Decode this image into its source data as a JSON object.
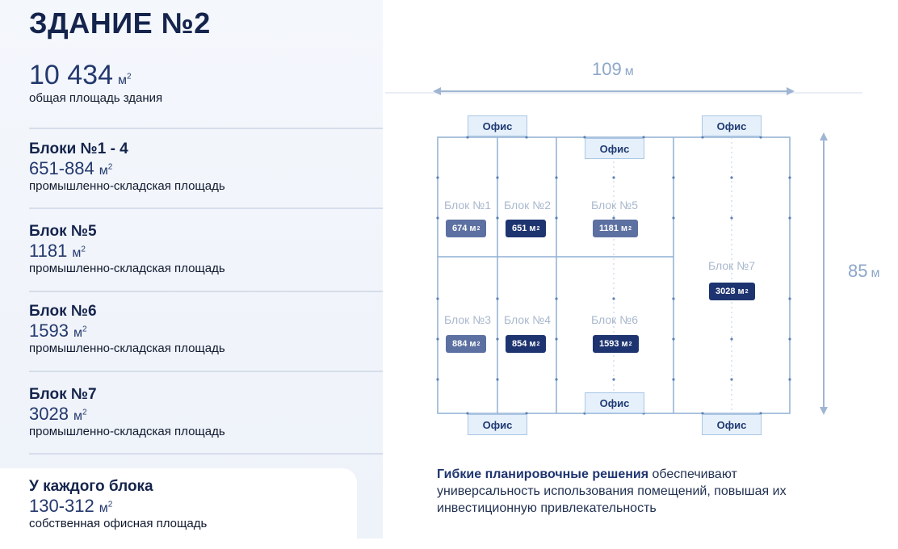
{
  "left": {
    "title": "ЗДАНИЕ №2",
    "total": {
      "value": "10 434",
      "unit": "м",
      "desc": "общая площадь здания"
    },
    "sections": [
      {
        "title": "Блоки №1 - 4",
        "value": "651-884",
        "unit": "м",
        "desc": "промышленно-складская площадь"
      },
      {
        "title": "Блок №5",
        "value": "1181",
        "unit": "м",
        "desc": "промышленно-складская площадь"
      },
      {
        "title": "Блок №6",
        "value": "1593",
        "unit": "м",
        "desc": "промышленно-складская площадь"
      },
      {
        "title": "Блок №7",
        "value": "3028",
        "unit": "м",
        "desc": "промышленно-складская площадь"
      }
    ],
    "every_block": {
      "title": "У каждого блока",
      "value": "130-312",
      "unit": "м",
      "desc": "собственная офисная площадь"
    }
  },
  "plan": {
    "width_label": {
      "value": "109",
      "unit": "м"
    },
    "height_label": {
      "value": "85",
      "unit": "м"
    },
    "office_label": "Офис",
    "blocks": [
      {
        "name": "Блок №1",
        "area": "674 м"
      },
      {
        "name": "Блок №2",
        "area": "651 м"
      },
      {
        "name": "Блок №3",
        "area": "884 м"
      },
      {
        "name": "Блок №4",
        "area": "854 м"
      },
      {
        "name": "Блок №5",
        "area": "1181 м"
      },
      {
        "name": "Блок №6",
        "area": "1593 м"
      },
      {
        "name": "Блок №7",
        "area": "3028 м"
      }
    ],
    "caption": {
      "bold": "Гибкие планировочные решения",
      "rest": "обеспечивают универсальность использования помещений, повышая их инвестиционную привлекательность"
    }
  },
  "colors": {
    "dark_navy": "#15244c",
    "badge": "#1e3470",
    "accent_light": "#8da6c9"
  },
  "icons": [
    "arrow-horizontal-icon",
    "arrow-vertical-icon"
  ]
}
